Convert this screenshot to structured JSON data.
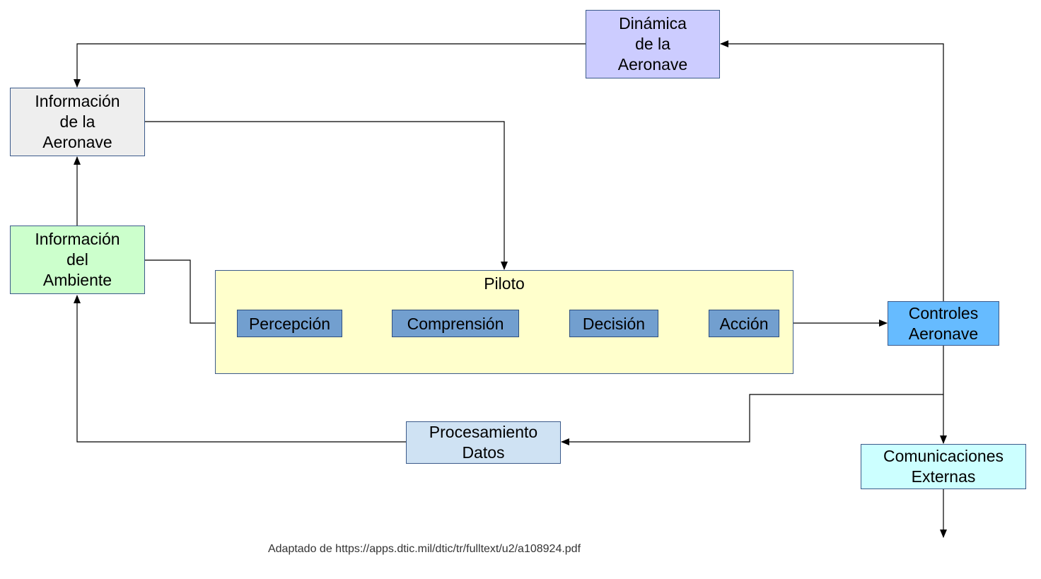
{
  "colors": {
    "dinamica": "#ccccff",
    "info_aeronave": "#eeeeee",
    "info_ambiente": "#ccffcc",
    "piloto": "#ffffcc",
    "steps": "#729fcf",
    "controles": "#66bbff",
    "procesamiento": "#cfe2f3",
    "comunicaciones": "#ccffff",
    "lines": "#000000"
  },
  "nodes": {
    "dinamica": "Dinámica\nde la\nAeronave",
    "info_aeronave": "Información\nde la\nAeronave",
    "info_ambiente": "Información\ndel\nAmbiente",
    "piloto": "Piloto",
    "percepcion": "Percepción",
    "comprension": "Comprensión",
    "decision": "Decisión",
    "accion": "Acción",
    "controles": "Controles\nAeronave",
    "procesamiento": "Procesamiento\nDatos",
    "comunicaciones": "Comunicaciones\nExternas"
  },
  "caption": "Adaptado de https://apps.dtic.mil/dtic/tr/fulltext/u2/a108924.pdf"
}
